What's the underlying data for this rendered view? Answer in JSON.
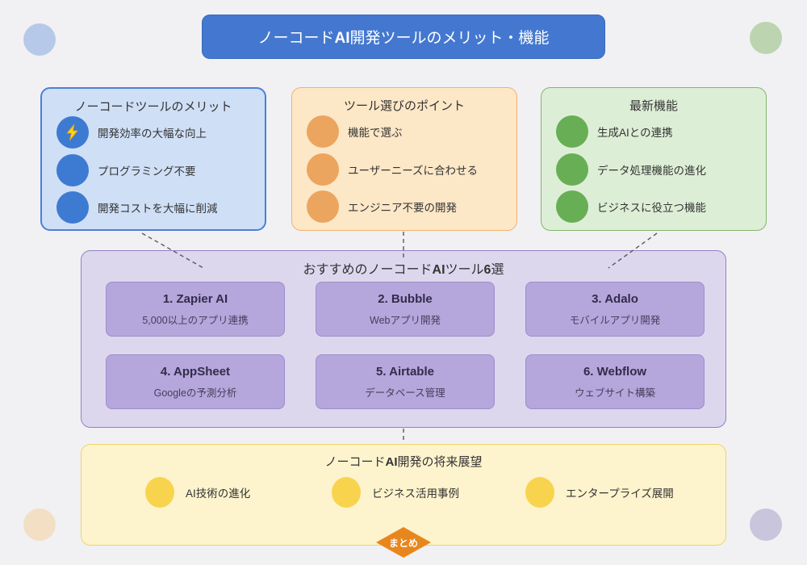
{
  "colors": {
    "page_bg": "#f1f1f4",
    "banner_bg": "#4478d0",
    "blue_box_bg": "#cfdff6",
    "blue_box_border": "#4b80d5",
    "blue_bullet": "#3d7ad2",
    "orange_box_bg": "#fce7c7",
    "orange_box_border": "#f2b170",
    "orange_bullet": "#eca55e",
    "green_box_bg": "#ddeed6",
    "green_box_border": "#85b46f",
    "green_bullet": "#68ae55",
    "purple_panel_bg": "#ddd7ee",
    "purple_panel_border": "#9181c1",
    "purple_card_bg": "#b5a6dc",
    "purple_card_border": "#9d8dcc",
    "yellow_panel_bg": "#fdf3cd",
    "yellow_panel_border": "#f0d468",
    "yellow_bullet": "#f8d44e",
    "summary_badge_bg": "#e8861e",
    "lightning": "#ffd21e"
  },
  "header": {
    "title_prefix": "ノーコード",
    "title_bold": "AI",
    "title_suffix": "開発ツールのメリット・機能"
  },
  "merits_box": {
    "title": "ノーコードツールのメリット",
    "items": [
      {
        "icon": "lightning-icon",
        "label": "開発効率の大幅な向上"
      },
      {
        "label": "プログラミング不要"
      },
      {
        "label": "開発コストを大幅に削減"
      }
    ]
  },
  "points_box": {
    "title": "ツール選びのポイント",
    "items": [
      {
        "label": "機能で選ぶ"
      },
      {
        "label": "ユーザーニーズに合わせる"
      },
      {
        "label": "エンジニア不要の開発"
      }
    ]
  },
  "features_box": {
    "title": "最新機能",
    "items": [
      {
        "label": "生成AIとの連携"
      },
      {
        "label": "データ処理機能の進化"
      },
      {
        "label": "ビジネスに役立つ機能"
      }
    ]
  },
  "tools_section": {
    "title_p1": "おすすめのノーコード",
    "title_b1": "AI",
    "title_p2": "ツール",
    "title_b2": "6",
    "title_p3": "選",
    "cards": [
      {
        "name": "1. Zapier AI",
        "desc": "5,000以上のアプリ連携"
      },
      {
        "name": "2. Bubble",
        "desc": "Webアプリ開発"
      },
      {
        "name": "3. Adalo",
        "desc": "モバイルアプリ開発"
      },
      {
        "name": "4. AppSheet",
        "desc": "Googleの予測分析"
      },
      {
        "name": "5. Airtable",
        "desc": "データベース管理"
      },
      {
        "name": "6. Webflow",
        "desc": "ウェブサイト構築"
      }
    ]
  },
  "future_section": {
    "title_prefix": "ノーコード",
    "title_bold": "AI",
    "title_suffix": "開発の将来展望",
    "items": [
      {
        "label": "AI技術の進化"
      },
      {
        "label": "ビジネス活用事例"
      },
      {
        "label": "エンタープライズ展開"
      }
    ]
  },
  "summary_badge": {
    "label": "まとめ"
  }
}
